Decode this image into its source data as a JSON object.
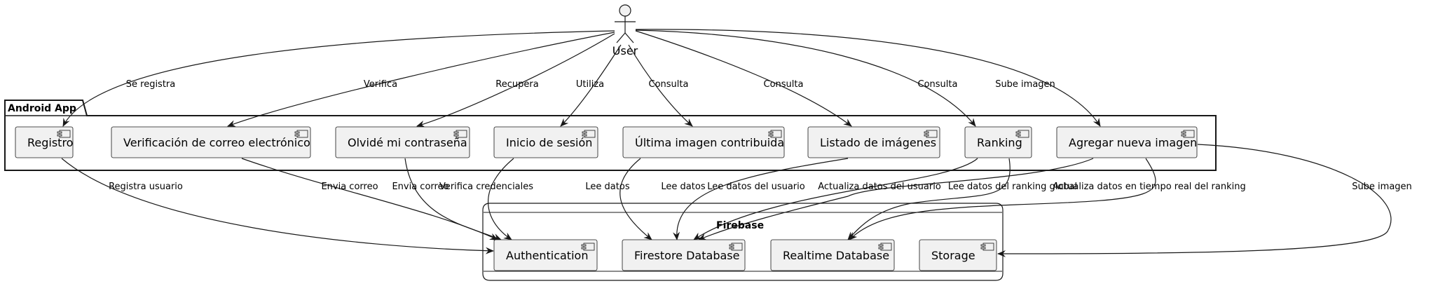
{
  "actor": {
    "label": "User"
  },
  "packages": {
    "android": {
      "title": "Android App"
    },
    "firebase": {
      "title": "Firebase"
    }
  },
  "components": [
    {
      "id": "registro",
      "label": "Registro"
    },
    {
      "id": "verificacion",
      "label": "Verificación de correo electrónico"
    },
    {
      "id": "olvide",
      "label": "Olvidé mi contraseña"
    },
    {
      "id": "inicio",
      "label": "Inicio de sesión"
    },
    {
      "id": "ultima",
      "label": "Última imagen contribuida"
    },
    {
      "id": "listado",
      "label": "Listado de imágenes"
    },
    {
      "id": "ranking",
      "label": "Ranking"
    },
    {
      "id": "agregar",
      "label": "Agregar nueva imagen"
    },
    {
      "id": "auth",
      "label": "Authentication"
    },
    {
      "id": "firestore",
      "label": "Firestore Database"
    },
    {
      "id": "realtime",
      "label": "Realtime Database"
    },
    {
      "id": "storage",
      "label": "Storage"
    }
  ],
  "edges": [
    {
      "id": "user-registro",
      "label": "Se registra"
    },
    {
      "id": "user-verificacion",
      "label": "Verifica"
    },
    {
      "id": "user-olvide",
      "label": "Recupera"
    },
    {
      "id": "user-inicio",
      "label": "Utiliza"
    },
    {
      "id": "user-ultima",
      "label": "Consulta"
    },
    {
      "id": "user-listado",
      "label": "Consulta"
    },
    {
      "id": "user-ranking",
      "label": "Consulta"
    },
    {
      "id": "user-agregar",
      "label": "Sube imagen"
    },
    {
      "id": "registro-auth",
      "label": "Registra usuario"
    },
    {
      "id": "verificacion-auth",
      "label": "Envia correo"
    },
    {
      "id": "olvide-auth",
      "label": "Envia correo"
    },
    {
      "id": "inicio-auth",
      "label": "Verifica credenciales"
    },
    {
      "id": "ultima-firestore",
      "label": "Lee datos"
    },
    {
      "id": "listado-firestore",
      "label": "Lee datos"
    },
    {
      "id": "ranking-firestore",
      "label": "Lee datos del usuario"
    },
    {
      "id": "agregar-firestore",
      "label": "Actualiza datos del usuario"
    },
    {
      "id": "ranking-realtime",
      "label": "Lee datos del ranking global"
    },
    {
      "id": "agregar-realtime",
      "label": "Actualiza datos en tiempo real del ranking"
    },
    {
      "id": "agregar-storage",
      "label": "Sube imagen"
    }
  ],
  "colors": {
    "component_fill": "#f1f1f1",
    "stroke": "#181818",
    "background": "#ffffff"
  }
}
